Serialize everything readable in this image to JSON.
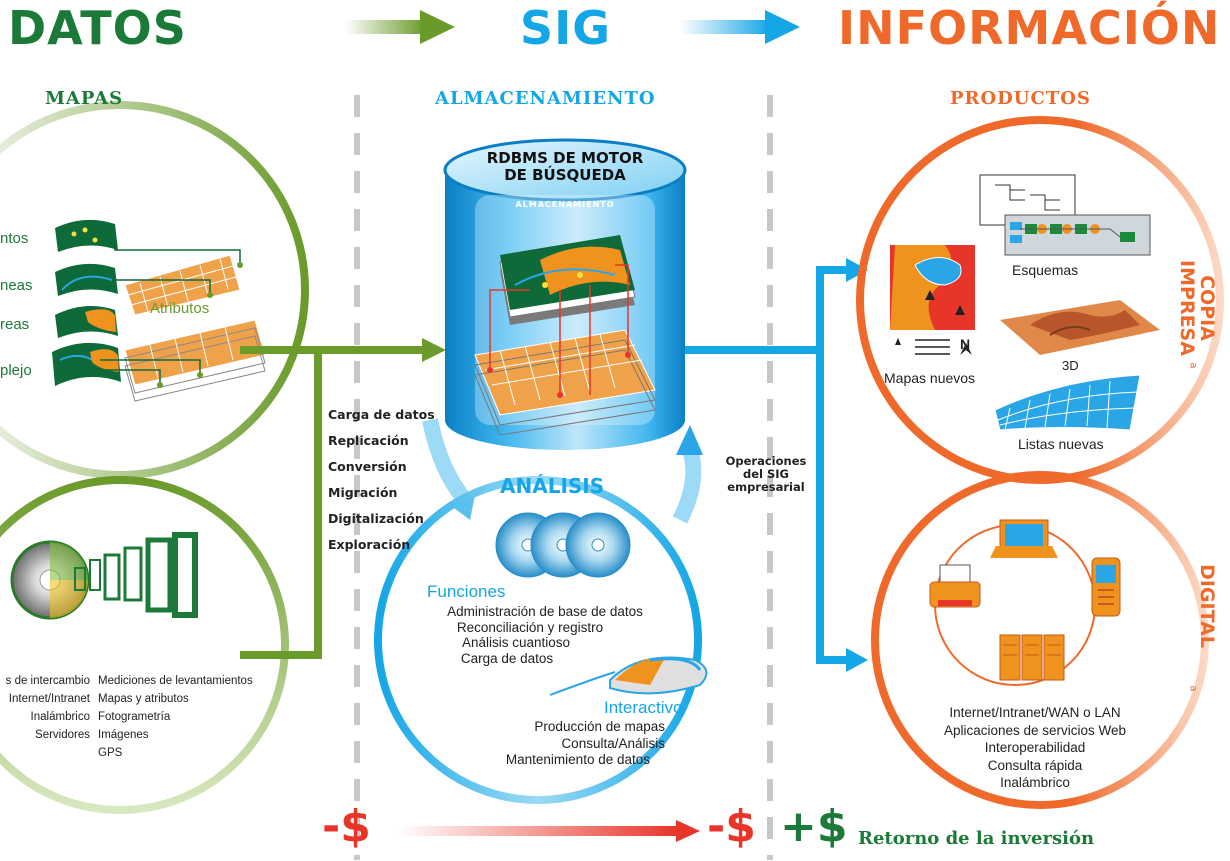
{
  "headers": {
    "datos": "DATOS",
    "sig": "SIG",
    "informacion": "INFORMACIÓN"
  },
  "subheaders": {
    "mapas": "MAPAS",
    "almacenamiento": "ALMACENAMIENTO",
    "productos": "PRODUCTOS"
  },
  "map_layers": [
    "ntos",
    "neas",
    "reas",
    "plejo"
  ],
  "atributos": "Atributos",
  "data_sources_left": [
    "s de intercambio",
    "Internet/Intranet",
    "Inalámbrico",
    "Servidores"
  ],
  "data_sources_right": [
    "Mediciones de levantamientos",
    "Mapas y atributos",
    "Fotogrametría",
    "Imágenes",
    "GPS"
  ],
  "load_ops": [
    "Carga de datos",
    "Replicación",
    "Conversión",
    "Migración",
    "Digitalización",
    "Exploración"
  ],
  "cylinder": {
    "title_line1": "RDBMS DE MOTOR",
    "title_line2": "DE BÚSQUEDA",
    "band": "ALMACENAMIENTO"
  },
  "operaciones": [
    "Operaciones",
    "del SIG",
    "empresarial"
  ],
  "analisis": {
    "title": "ANÁLISIS",
    "funciones_title": "Funciones",
    "funciones": [
      "Administración de base de datos",
      "Reconciliación y registro",
      "Análisis cuantioso",
      "Carga de datos"
    ],
    "interactivo_title": "Interactivo",
    "interactivo": [
      "Producción de mapas",
      "Consulta/Análisis",
      "Mantenimiento de datos"
    ]
  },
  "copia": {
    "side_line1": "COPIA",
    "side_line2": "IMPRESA",
    "side_suffix": "a",
    "esquemas": "Esquemas",
    "tres_d": "3D",
    "mapas_nuevos": "Mapas nuevos",
    "north": "N",
    "listas_nuevas": "Listas nuevas"
  },
  "digital": {
    "side": "DIGITAL",
    "side_suffix": "a",
    "items": [
      "Internet/Intranet/WAN o LAN",
      "Aplicaciones de servicios Web",
      "Interoperabilidad",
      "Consulta rápida",
      "Inalámbrico"
    ]
  },
  "roi": {
    "minus1": "-$",
    "minus2": "-$",
    "plus": "+$",
    "label": "Retorno de la inversión"
  },
  "colors": {
    "green": "#1c7a38",
    "olive": "#6a9a2a",
    "blue": "#14a6e6",
    "orange": "#ef6a2a",
    "red": "#e8352a"
  }
}
